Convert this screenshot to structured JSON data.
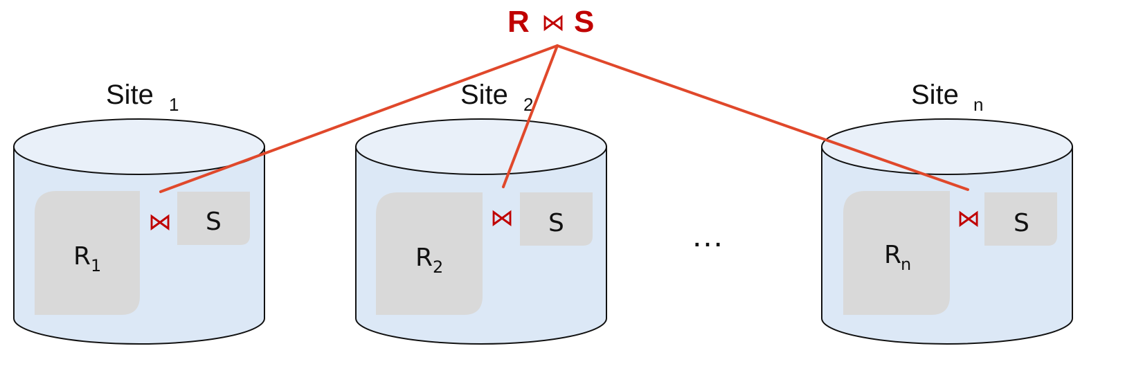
{
  "colors": {
    "accent": "#c00000",
    "line": "#e0482b",
    "cylinder_fill": "#dce8f6",
    "cylinder_top": "#e9f0f9",
    "cylinder_stroke": "#111111",
    "box_fill": "#d9d9d9"
  },
  "top": {
    "left": "R",
    "join": "⋈",
    "right": "S"
  },
  "join_symbol": "⋈",
  "ellipsis": "…",
  "sites": [
    {
      "label": "Site",
      "sub": "1",
      "r_label": "R",
      "r_sub": "1",
      "s_label": "S"
    },
    {
      "label": "Site",
      "sub": "2",
      "r_label": "R",
      "r_sub": "2",
      "s_label": "S"
    },
    {
      "label": "Site",
      "sub": "n",
      "r_label": "R",
      "r_sub": "n",
      "s_label": "S"
    }
  ]
}
